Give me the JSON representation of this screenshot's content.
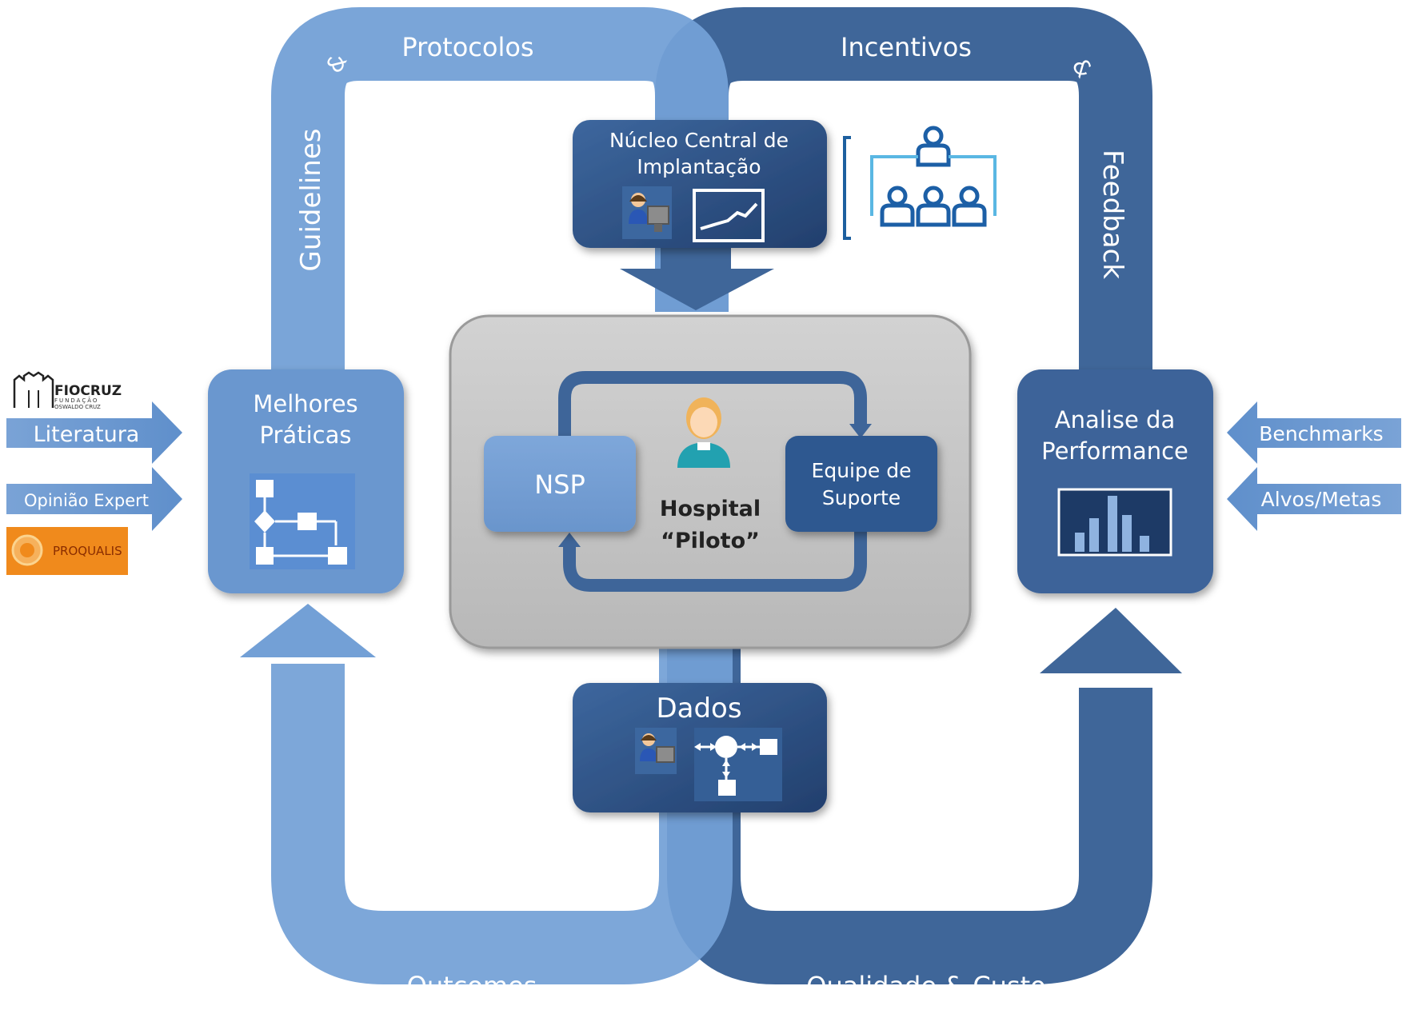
{
  "loop": {
    "top_left": "Protocolos",
    "amp_left": "&",
    "left_vertical": "Guidelines",
    "top_right": "Incentivos",
    "amp_right": "&",
    "right_vertical": "Feedback",
    "bottom_left": "Outcomes",
    "bottom_right": "Qualidade & Custo"
  },
  "nucleo": {
    "line1": "Núcleo Central de",
    "line2": "Implantação"
  },
  "melhores": {
    "line1": "Melhores",
    "line2": "Práticas"
  },
  "analise": {
    "line1": "Analise da",
    "line2": "Performance"
  },
  "center": {
    "nsp": "NSP",
    "equipe_line1": "Equipe de",
    "equipe_line2": "Suporte",
    "hospital_line1": "Hospital",
    "hospital_line2": "“Piloto”"
  },
  "dados": {
    "label": "Dados"
  },
  "inputs_left": [
    "Literatura",
    "Opinião Expert"
  ],
  "inputs_right": [
    "Benchmarks",
    "Alvos/Metas"
  ],
  "logos": {
    "fiocruz_title": "FIOCRUZ",
    "fiocruz_sub1": "FUNDAÇÃO",
    "fiocruz_sub2": "OSWALDO CRUZ",
    "proqualis": "PROQUALIS"
  },
  "icons": [
    "user-computer-icon",
    "line-chart-icon",
    "org-chart-icon",
    "flowchart-icon",
    "bar-chart-icon",
    "hospital-staff-icon",
    "network-icon"
  ],
  "colors": {
    "light_blue": "#6e9bd2",
    "dark_blue": "#3d6397",
    "box_dark": "#2c568e",
    "gray_panel": "#c4c4c4",
    "orange": "#f08a1c"
  }
}
